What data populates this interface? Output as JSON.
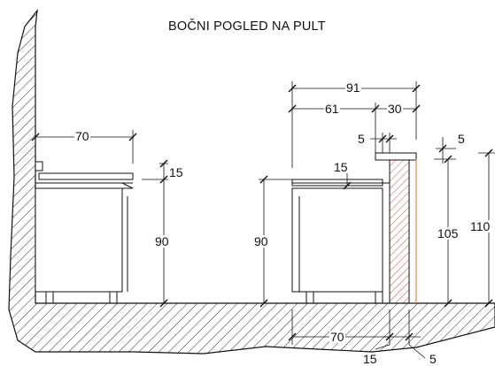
{
  "title": "BOČNI POGLED NA PULT",
  "dimensions": {
    "left_width": "70",
    "left_thickness": "15",
    "left_height": "90",
    "center_height": "90",
    "total_width": "91",
    "partial_width": "61",
    "counter_width": "30",
    "ledge_width": "5",
    "center_thickness": "15",
    "right_gap": "5",
    "counter_height": "105",
    "total_height": "110",
    "bottom_width": "70",
    "bottom_offset": "15",
    "bottom_gap": "5"
  },
  "colors": {
    "line": "#111111",
    "wall_hatch": "#111111",
    "panel_hatch": "#c0392b",
    "accent": "#e08a2c"
  }
}
